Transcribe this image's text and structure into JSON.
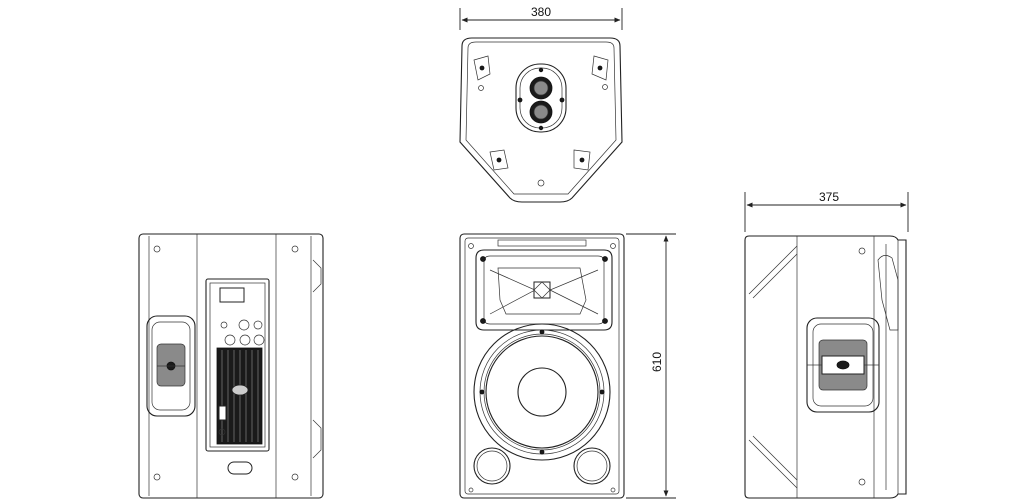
{
  "dimensions": {
    "width_top": "380",
    "depth_side": "375",
    "height_front": "610"
  }
}
